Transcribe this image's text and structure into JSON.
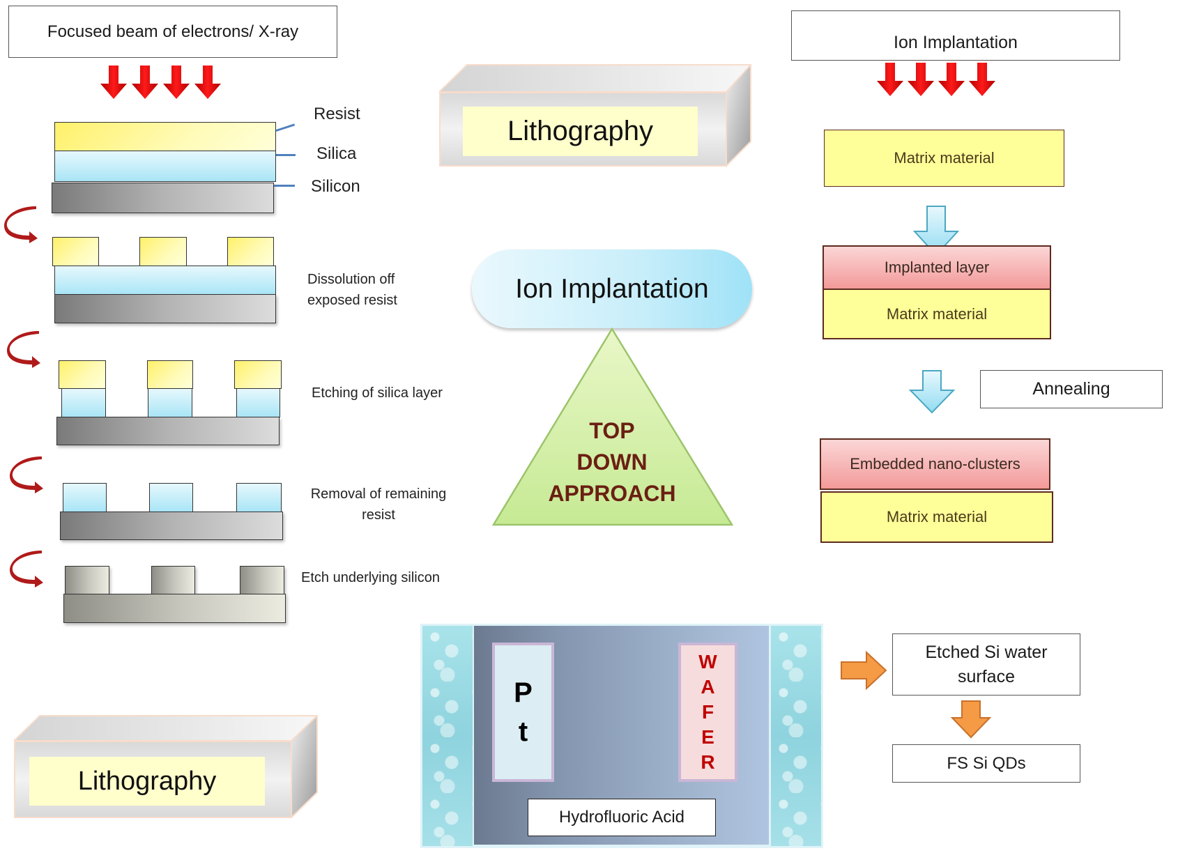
{
  "lithography_process": {
    "source_label": "Focused beam of electrons/ X-ray",
    "layer_labels": [
      "Resist",
      "Silica",
      "Silicon"
    ],
    "steps": [
      {
        "label_lines": [
          "Dissolution off",
          "exposed resist"
        ]
      },
      {
        "label_lines": [
          "Etching of silica layer"
        ]
      },
      {
        "label_lines": [
          "Removal of remaining",
          "resist"
        ]
      },
      {
        "label_lines": [
          "Etch underlying silicon"
        ]
      }
    ]
  },
  "center": {
    "lithography_top": "Lithography",
    "ion_implantation": "Ion Implantation",
    "approach_lines": [
      "TOP",
      "DOWN",
      "APPROACH"
    ]
  },
  "ion_implantation_process": {
    "title": "Ion Implantation",
    "matrix_label": "Matrix material",
    "implanted_label": "Implanted layer",
    "annealing_label": "Annealing",
    "embedded_label": "Embedded nano-clusters"
  },
  "etching_process": {
    "pt_letters": [
      "P",
      "t"
    ],
    "wafer_letters": [
      "W",
      "A",
      "F",
      "E",
      "R"
    ],
    "acid_label": "Hydrofluoric Acid",
    "result_lines": [
      "Etched Si water",
      "surface"
    ],
    "final_label": "FS Si QDs"
  },
  "bottom_left": {
    "lithography": "Lithography"
  },
  "colors": {
    "beam_arrow": "#e00000",
    "curved_arrow": "#b01a1a",
    "process_arrow": "#a6e3f4",
    "flow_arrow": "#f59a45",
    "approach_text": "#6b1f12",
    "wafer_text": "#c00000"
  }
}
